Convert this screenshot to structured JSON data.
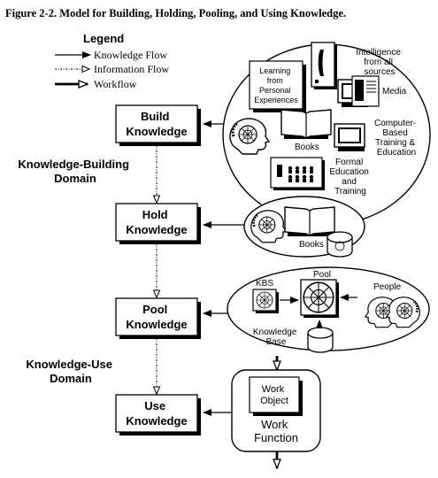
{
  "figure": {
    "title": "Figure 2-2.  Model for Building, Holding, Pooling, and Using Knowledge."
  },
  "legend": {
    "title": "Legend",
    "items": [
      {
        "label": "Knowledge Flow",
        "style": "solid"
      },
      {
        "label": "Information Flow",
        "style": "dotted"
      },
      {
        "label": "Workflow",
        "style": "thick-open"
      }
    ]
  },
  "domains": {
    "building": [
      "Knowledge-Building",
      "Domain"
    ],
    "use": [
      "Knowledge-Use",
      "Domain"
    ]
  },
  "process_boxes": [
    {
      "lines": [
        "Build",
        "Knowledge"
      ]
    },
    {
      "lines": [
        "Hold",
        "Knowledge"
      ]
    },
    {
      "lines": [
        "Pool",
        "Knowledge"
      ]
    },
    {
      "lines": [
        "Use",
        "Knowledge"
      ]
    }
  ],
  "sources": {
    "learning_box": [
      "Learning",
      "from",
      "Personal",
      "Experiences"
    ],
    "intelligence": [
      "Intelligence",
      "from all",
      "sources"
    ],
    "media": "Media",
    "cbt": [
      "Computer-",
      "Based",
      "Training &",
      "Education"
    ],
    "books": "Books",
    "formal": [
      "Formal",
      "Education",
      "and",
      "Training"
    ]
  },
  "hold": {
    "books": "Books"
  },
  "pool": {
    "kbs": "KBS",
    "pool": "Pool",
    "people": "People",
    "knowledge_base": [
      "Knowledge",
      "Base"
    ]
  },
  "work": {
    "work_object": [
      "Work",
      "Object"
    ],
    "work_function": [
      "Work",
      "Function"
    ]
  },
  "icons": [
    "head-icon",
    "phone-icon",
    "book-icon",
    "monitor-icon",
    "media-icon",
    "classroom-icon",
    "database-icon",
    "pool-icon",
    "kbs-icon"
  ],
  "colors": {
    "ink": "#000000",
    "paper": "#ffffff"
  }
}
